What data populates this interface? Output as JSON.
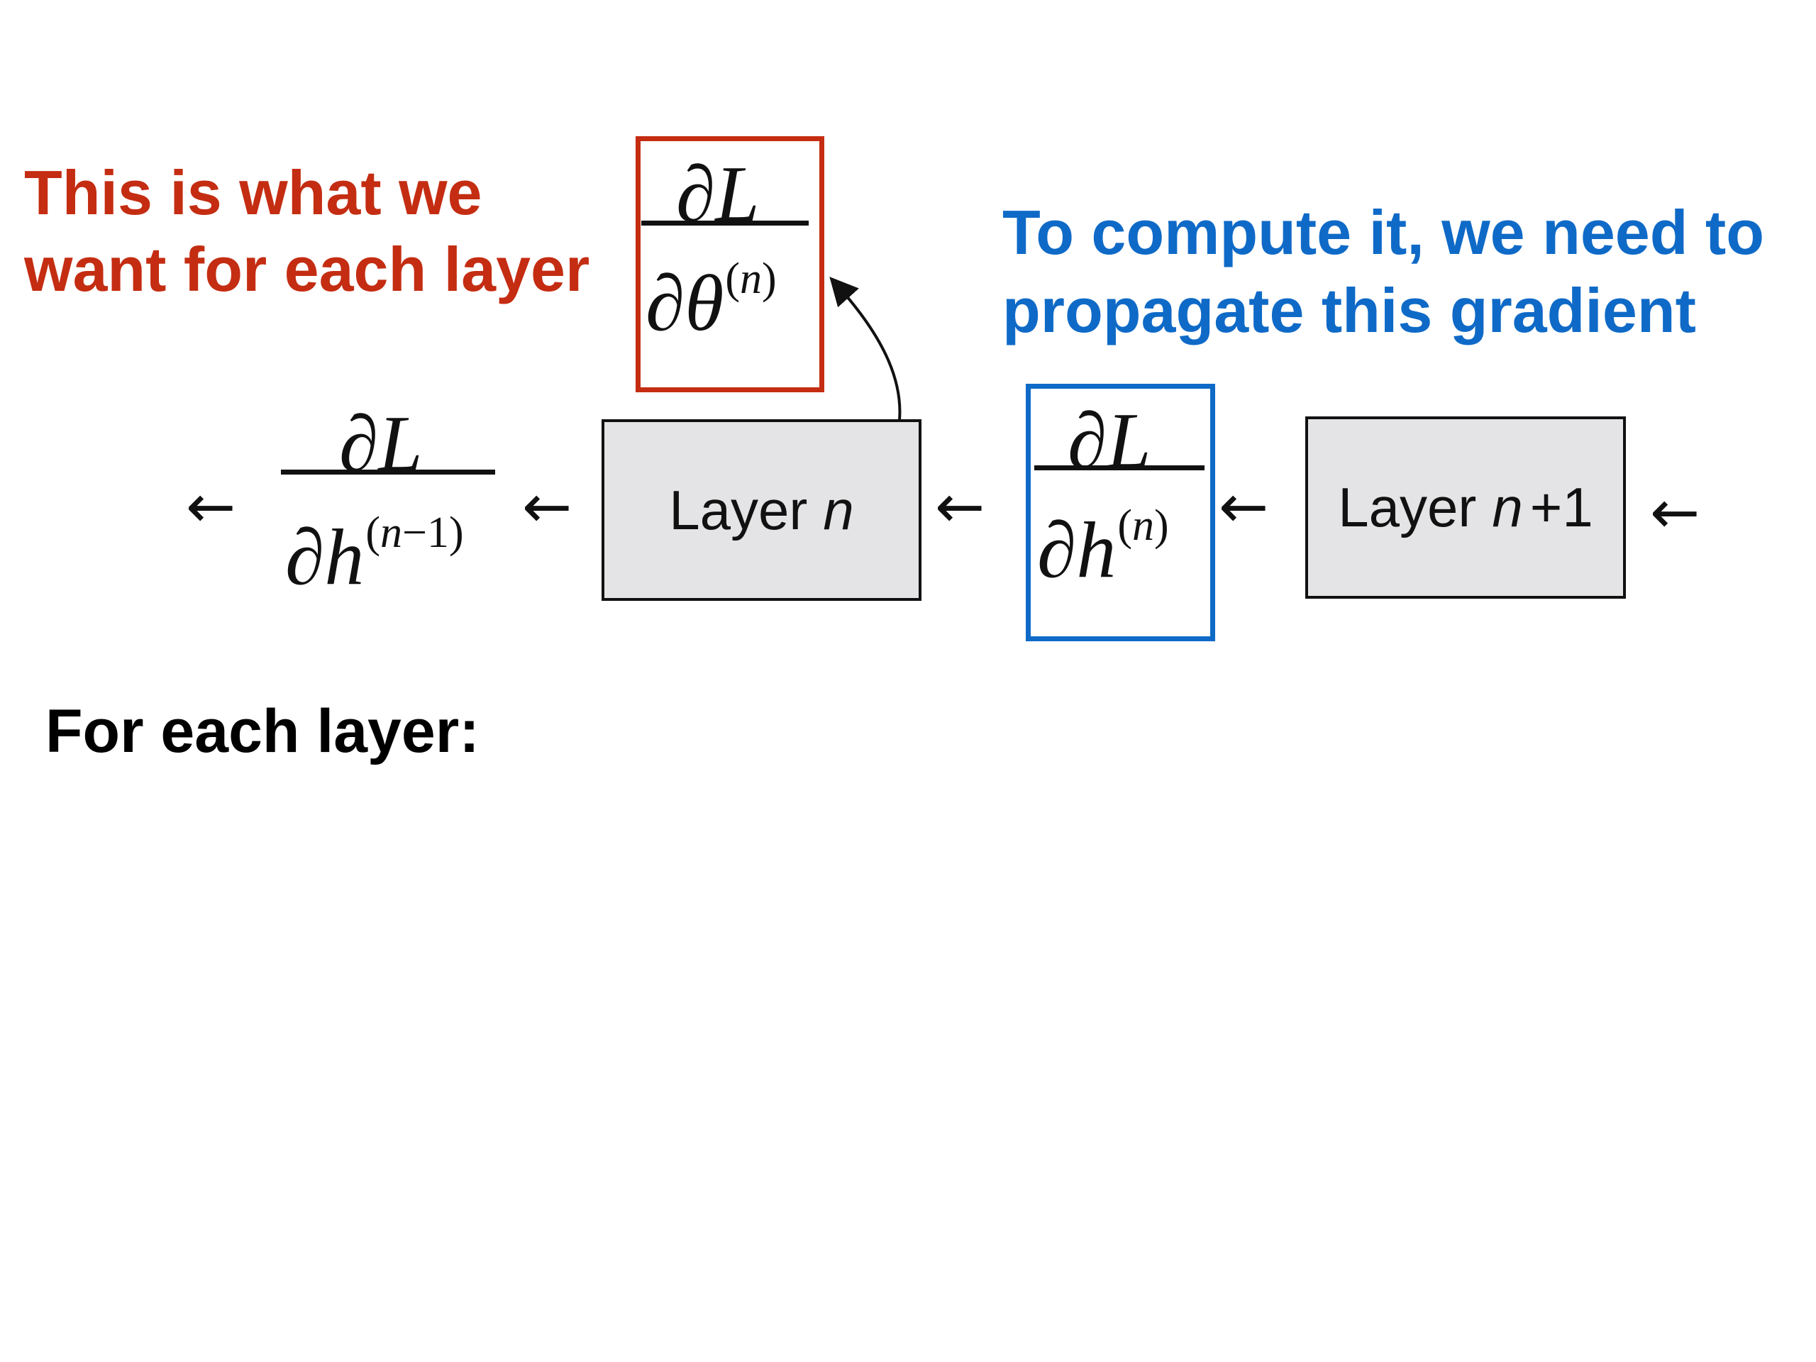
{
  "captions": {
    "want_line1": "This is what we",
    "want_line2": "want for each layer",
    "compute_line1": "To compute it, we need to",
    "compute_line2": "propagate this gradient",
    "for_each": "For each layer:"
  },
  "layers": {
    "layer_n": {
      "label": "Layer",
      "var": "n"
    },
    "layer_n1": {
      "label": "Layer",
      "var": "n",
      "suffix": "+1"
    }
  },
  "fractions": {
    "param_grad": {
      "num_partial": "∂",
      "num_sym": "L",
      "den_partial": "∂",
      "den_sym": "θ",
      "sup_open": "(",
      "sup_var": "n",
      "sup_close": ")"
    },
    "hidden_grad": {
      "num_partial": "∂",
      "num_sym": "L",
      "den_partial": "∂",
      "den_sym": "h",
      "sup_open": "(",
      "sup_var": "n",
      "sup_close": ")"
    },
    "prev_grad": {
      "num_partial": "∂",
      "num_sym": "L",
      "den_partial": "∂",
      "den_sym": "h",
      "sup_open": "(",
      "sup_var": "n",
      "sup_rest": "−1",
      "sup_close": ")"
    }
  },
  "arrows": {
    "glyph": "←"
  },
  "colors": {
    "red": "#c42d12",
    "blue": "#0f6ac7",
    "box_fill": "#e4e4e6"
  }
}
